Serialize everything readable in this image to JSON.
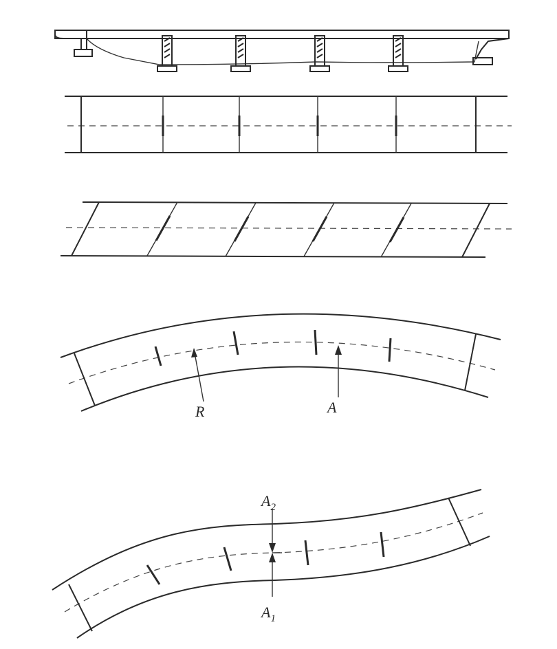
{
  "labels": {
    "R": "R",
    "A": "A",
    "A2": {
      "base": "A",
      "sub": "2"
    },
    "A1": {
      "base": "A",
      "sub": "1"
    }
  }
}
